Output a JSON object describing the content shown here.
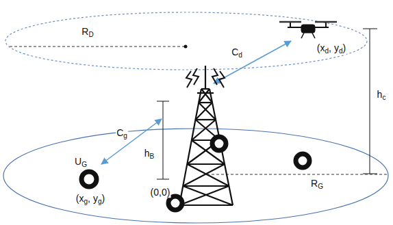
{
  "diagram": {
    "labels": [
      "RD",
      "Cd",
      "(xd, yd)",
      "hc",
      "Cg",
      "hB",
      "UG",
      "(xg, yg)",
      "(0,0)",
      "RG"
    ]
  }
}
